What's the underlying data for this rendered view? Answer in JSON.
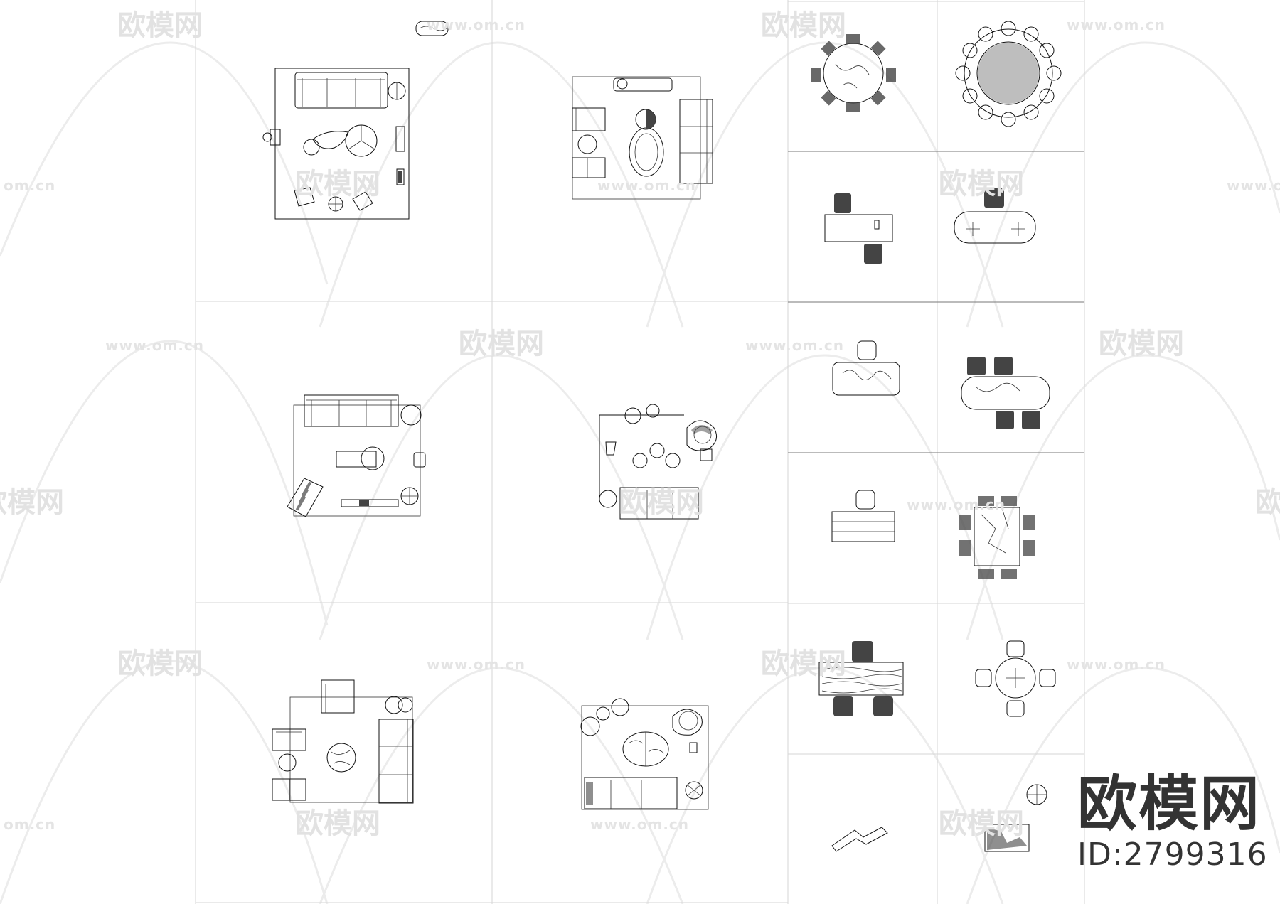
{
  "watermark": {
    "brand_text": "欧模网",
    "url_text": "www.om.cn",
    "url_fragment": "om.cn"
  },
  "brand_stamp": {
    "title": "欧模网",
    "id_label": "ID:2799316"
  },
  "colors": {
    "background": "#ffffff",
    "line": "#111111",
    "grid": "#d6d6d6",
    "watermark": "#e2e2e2"
  }
}
